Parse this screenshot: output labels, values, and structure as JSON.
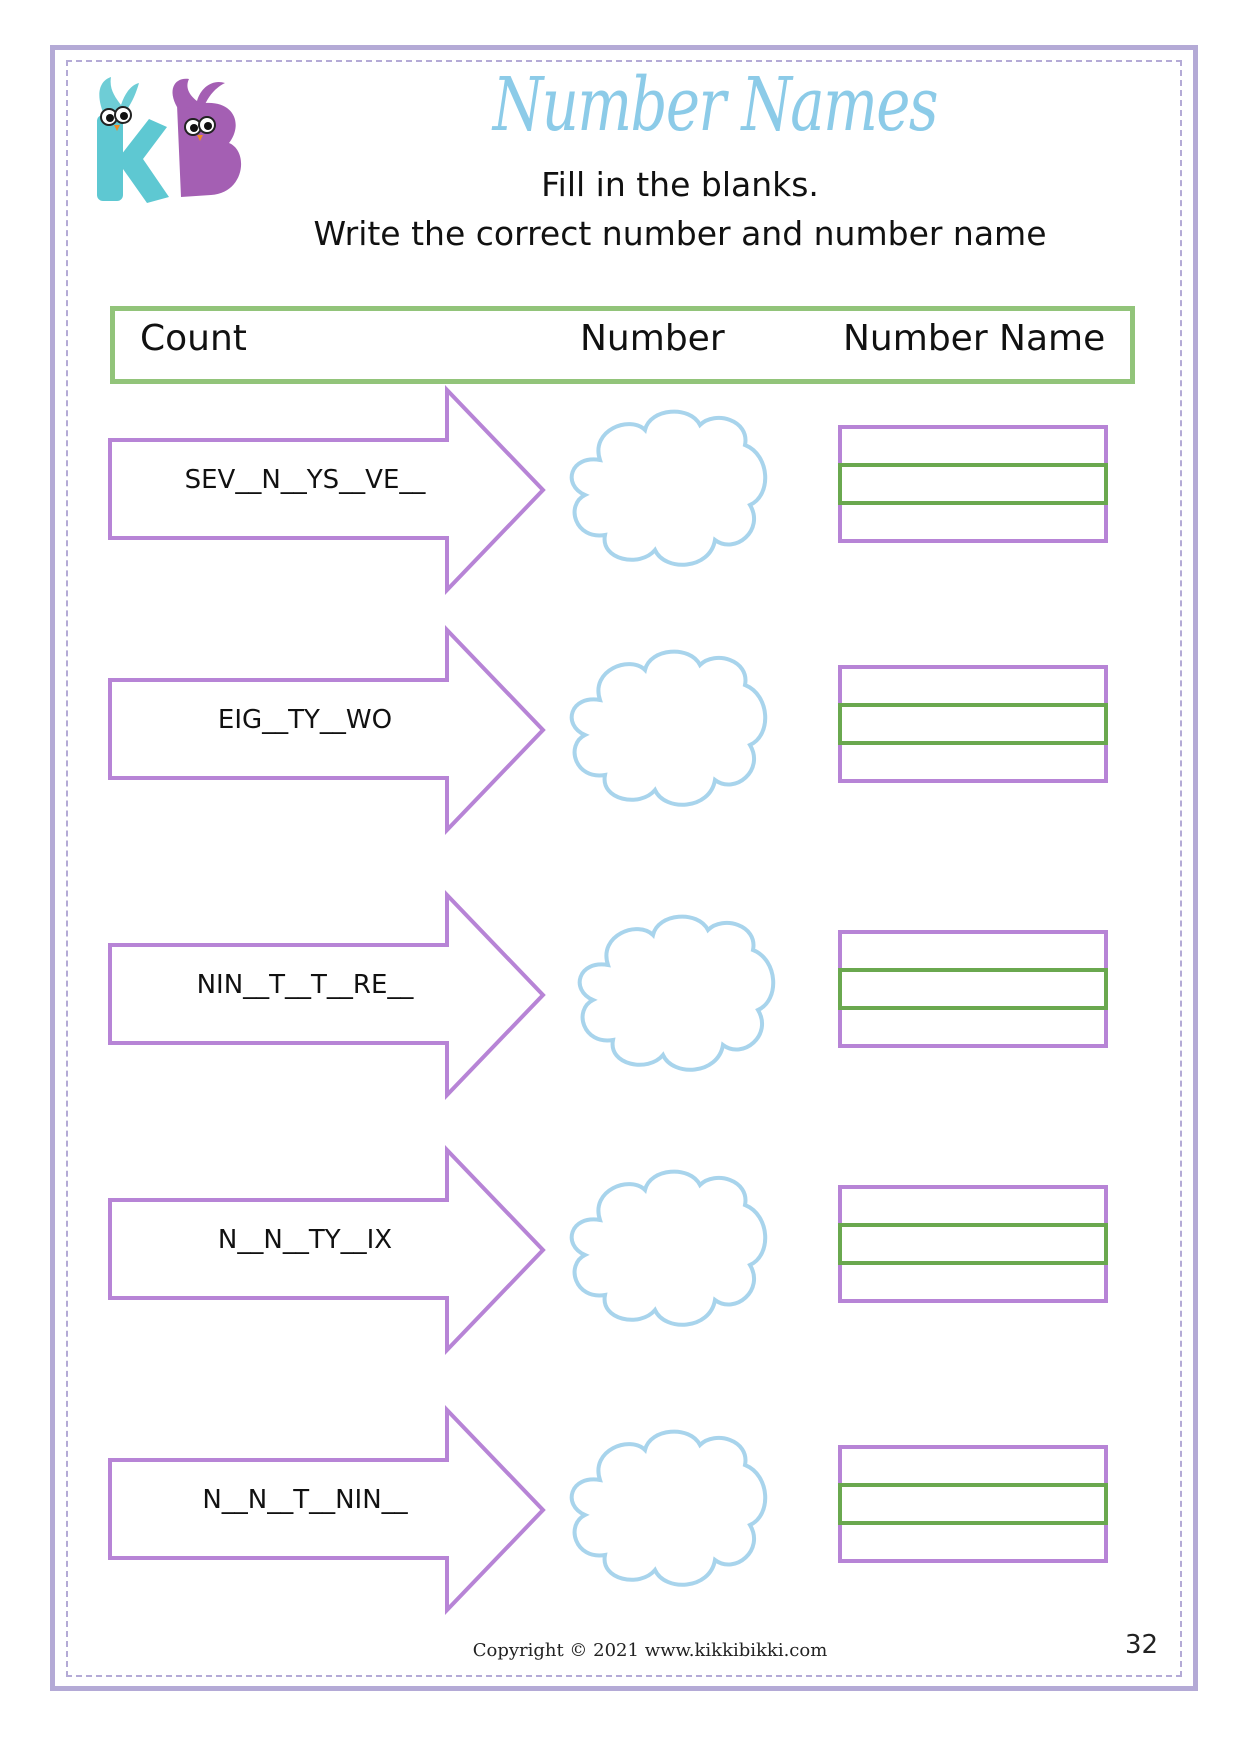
{
  "header": {
    "title": "Number Names",
    "instruction_1": "Fill in the blanks.",
    "instruction_2": "Write the correct number and number name"
  },
  "table_header": {
    "count": "Count",
    "number": "Number",
    "number_name": "Number Name"
  },
  "rows": [
    {
      "prompt": "SEV__N__YS__VE__"
    },
    {
      "prompt": "EIG__TY__WO"
    },
    {
      "prompt": "NIN__T__T__RE__"
    },
    {
      "prompt": "N__N__TY__IX"
    },
    {
      "prompt": "N__N__T__NIN__"
    }
  ],
  "footer": {
    "copyright": "Copyright © 2021 www.kikkibikki.com",
    "page_number": "32"
  },
  "colors": {
    "frame": "#b4aad6",
    "title": "#8ccbe8",
    "header_box": "#92c47a",
    "arrow": "#b784d6",
    "cloud": "#a8d4ec",
    "line_green": "#6aa84f",
    "line_purple": "#b784d6",
    "logo_k": "#5ec8d2",
    "logo_b": "#a45fb3"
  },
  "icons": {
    "logo": "kb-birds-logo",
    "arrow": "right-arrow-shape",
    "cloud": "cloud-shape"
  }
}
